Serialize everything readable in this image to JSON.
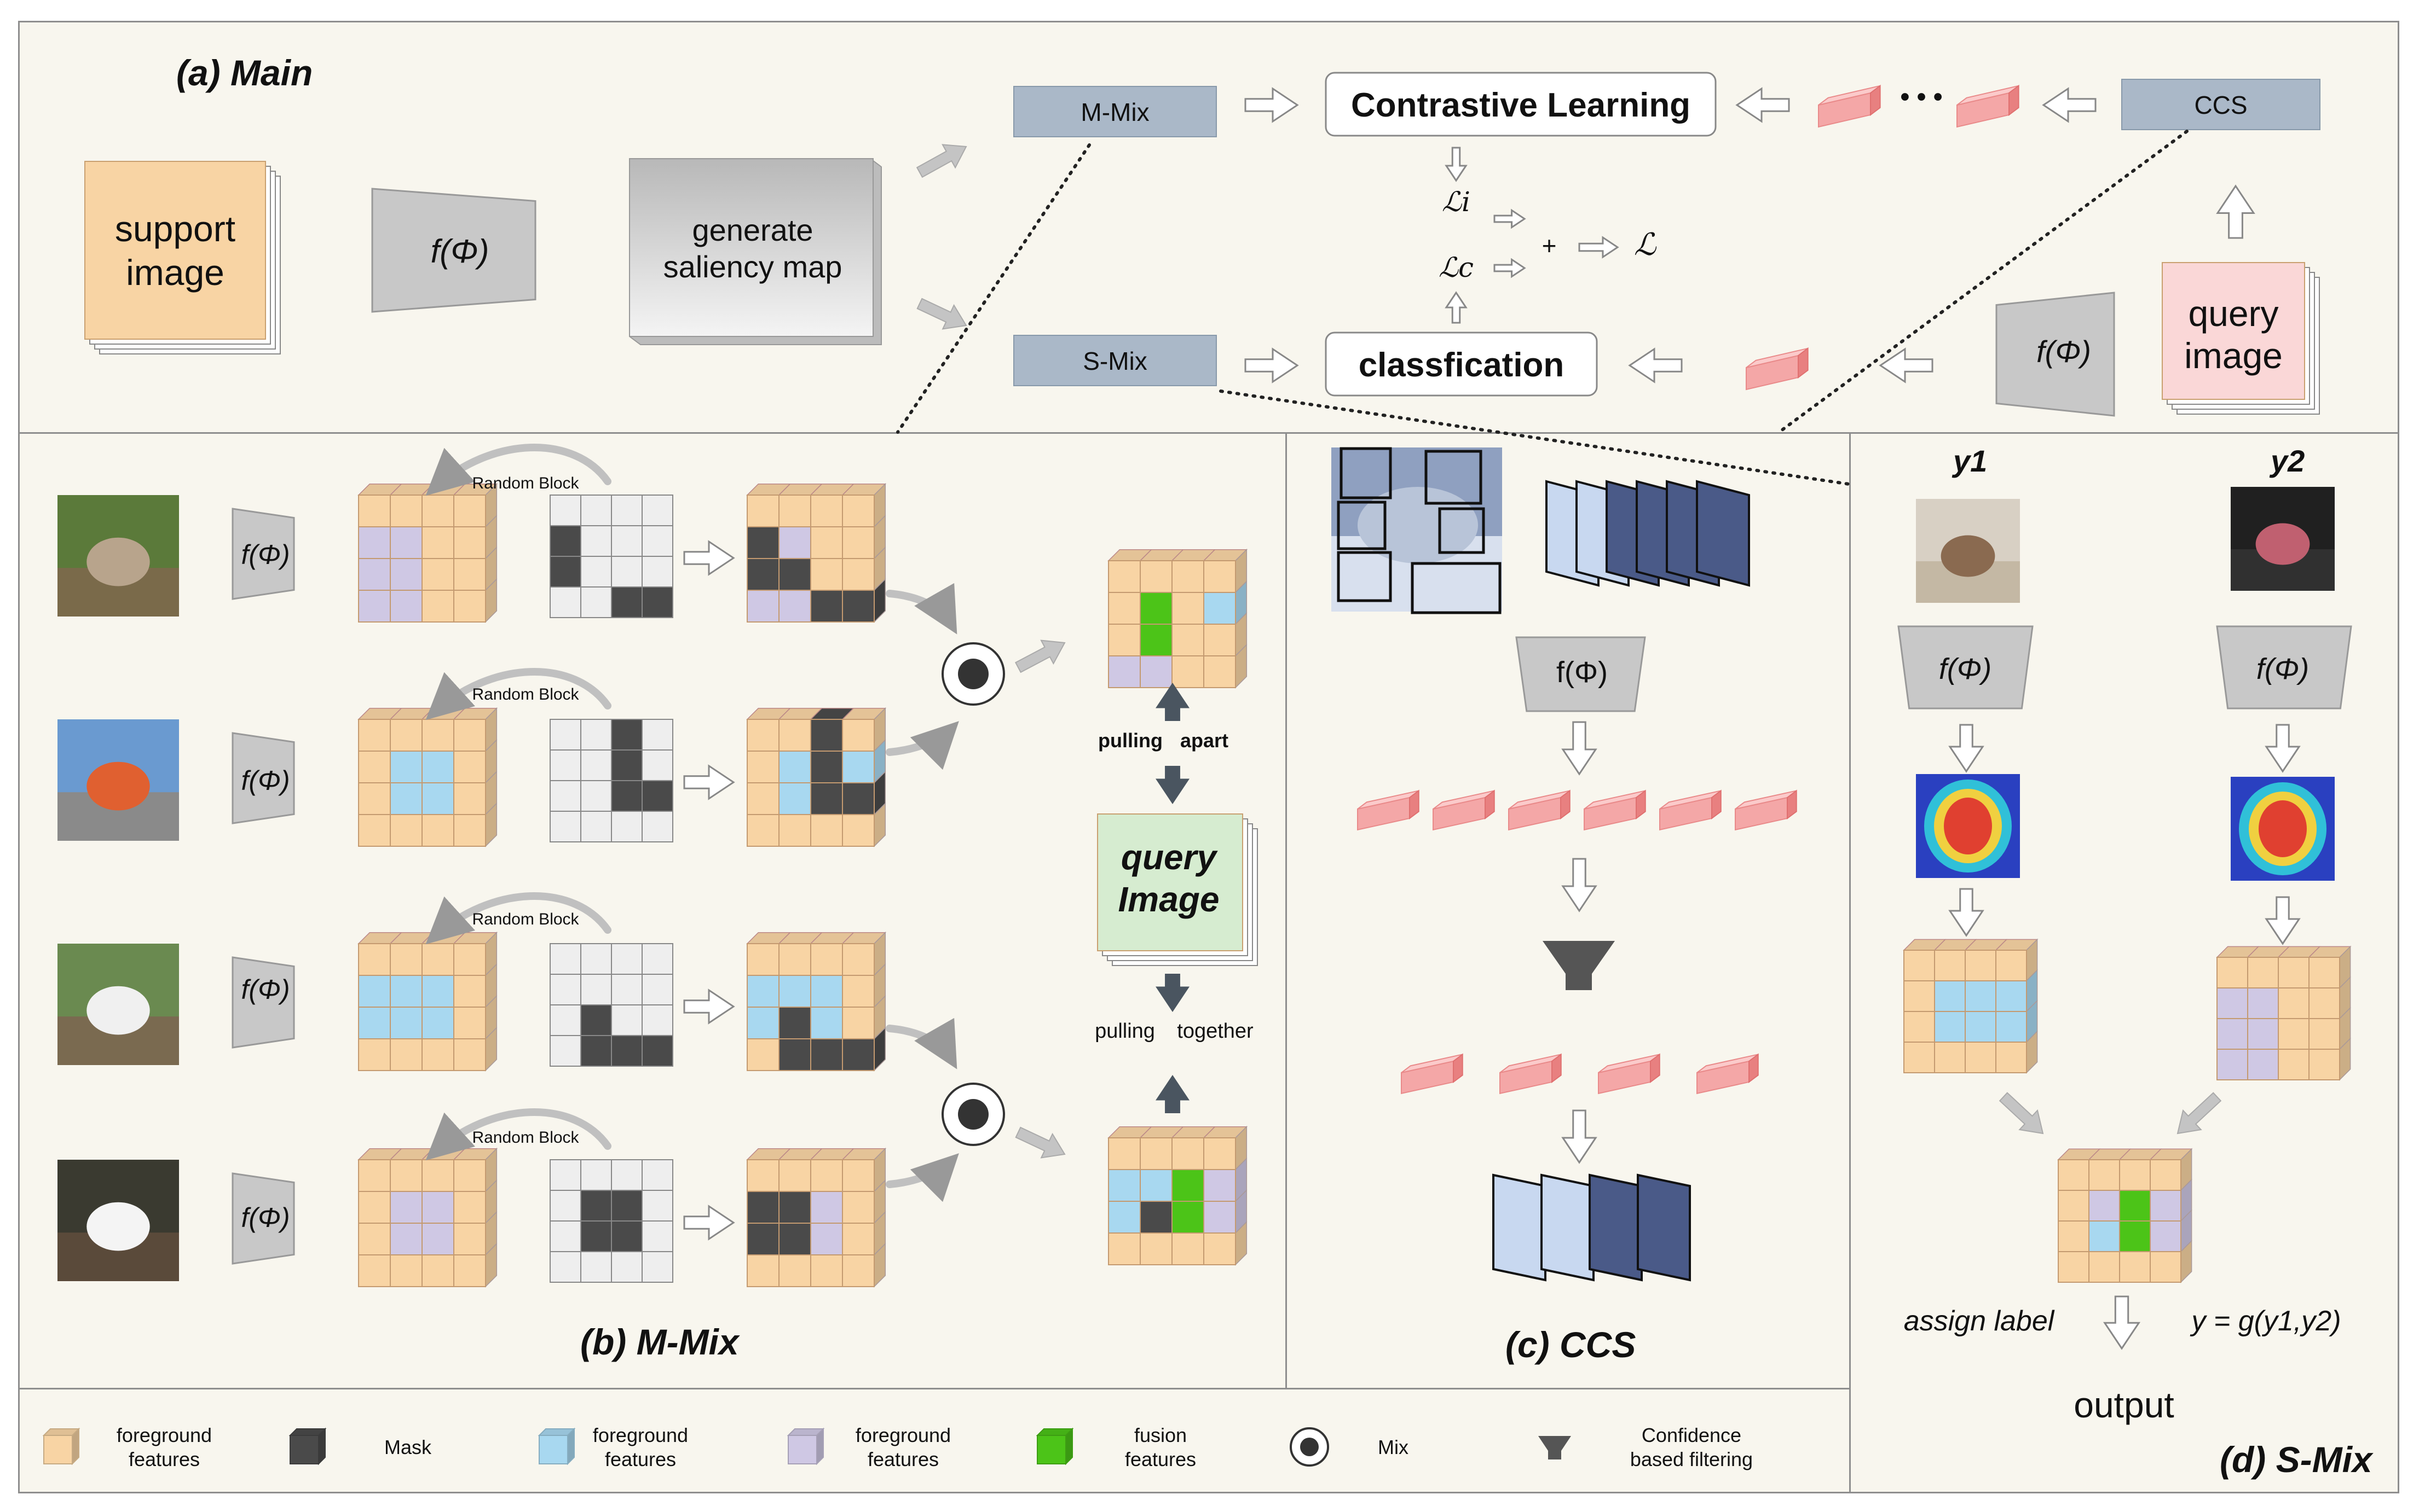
{
  "main": {
    "title": "(a) Main",
    "support_image": "support image",
    "support_image_l1": "support",
    "support_image_l2": "image",
    "encoder": "f(Φ)",
    "saliency_l1": "generate",
    "saliency_l2": "saliency map",
    "mmix": "M-Mix",
    "smix": "S-Mix",
    "ccs": "CCS",
    "contrastive": "Contrastive Learning",
    "classification": "classfication",
    "loss_i": "ℒi",
    "loss_c": "ℒc",
    "plus": "+",
    "loss": "ℒ",
    "query_l1": "query",
    "query_l2": "image",
    "dots": "• • •"
  },
  "mmix_panel": {
    "title": "(b) M-Mix",
    "random_block": "Random Block",
    "encoder": "f(Φ)",
    "pulling": "pulling",
    "apart": "apart",
    "together": "together",
    "query_l1": "query",
    "query_l2": "Image"
  },
  "ccs_panel": {
    "title": "(c) CCS",
    "encoder": "f(Φ)"
  },
  "smix_panel": {
    "title": "(d) S-Mix",
    "y1": "y1",
    "y2": "y2",
    "encoder": "f(Φ)",
    "assign_label": "assign label",
    "formula": "y = g(y1,y2)",
    "output": "output"
  },
  "legend": {
    "items": [
      {
        "line1": "foreground",
        "line2": "features",
        "color": "#f8d4a4"
      },
      {
        "line1": "Mask",
        "line2": "",
        "color": "#4a4a4a"
      },
      {
        "line1": "foreground",
        "line2": "features",
        "color": "#a8d8f0"
      },
      {
        "line1": "foreground",
        "line2": "features",
        "color": "#cfc8e4"
      },
      {
        "line1": "fusion",
        "line2": "features",
        "color": "#4cc418"
      },
      {
        "line1": "Mix",
        "line2": "",
        "color": "#333333"
      },
      {
        "line1": "Confidence",
        "line2": "based filtering",
        "color": "#555555"
      }
    ]
  },
  "colors": {
    "orange": "#f8d4a4",
    "blue": "#a8d8f0",
    "purple": "#cfc8e4",
    "green": "#4cc418",
    "mask": "#4a4a4a",
    "light": "#eeeeee",
    "pink": "#f4a0a0",
    "box_blue": "#aab8c8"
  }
}
